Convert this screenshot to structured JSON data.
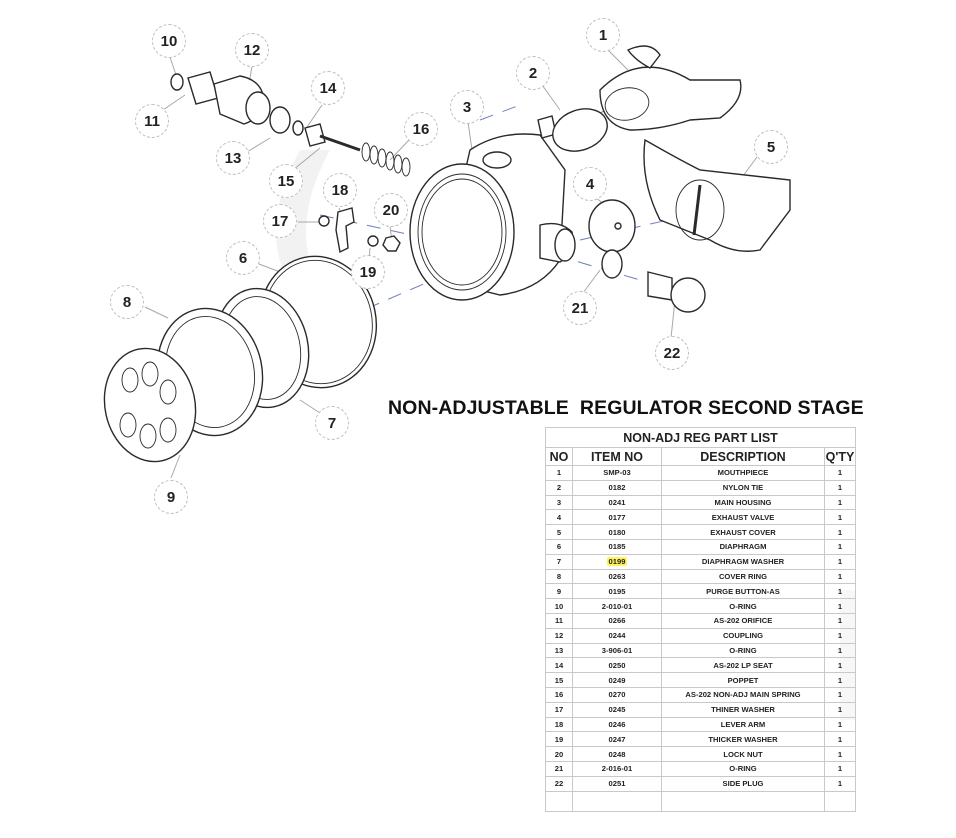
{
  "title": "NON-ADJUSTABLE  REGULATOR SECOND STAGE",
  "parts_list": {
    "caption": "NON-ADJ  REG  PART LIST",
    "columns": [
      "NO",
      "ITEM NO",
      "DESCRIPTION",
      "Q'TY"
    ],
    "highlight_color": "#fff35a",
    "rows": [
      {
        "no": "1",
        "item_no": "SMP-03",
        "description": "MOUTHPIECE",
        "qty": "1"
      },
      {
        "no": "2",
        "item_no": "0182",
        "description": "NYLON TIE",
        "qty": "1"
      },
      {
        "no": "3",
        "item_no": "0241",
        "description": "MAIN HOUSING",
        "qty": "1"
      },
      {
        "no": "4",
        "item_no": "0177",
        "description": "EXHAUST VALVE",
        "qty": "1"
      },
      {
        "no": "5",
        "item_no": "0180",
        "description": "EXHAUST COVER",
        "qty": "1"
      },
      {
        "no": "6",
        "item_no": "0185",
        "description": "DIAPHRAGM",
        "qty": "1"
      },
      {
        "no": "7",
        "item_no": "0199",
        "description": "DIAPHRAGM WASHER",
        "qty": "1",
        "highlighted": true
      },
      {
        "no": "8",
        "item_no": "0263",
        "description": "COVER RING",
        "qty": "1"
      },
      {
        "no": "9",
        "item_no": "0195",
        "description": "PURGE BUTTON-AS",
        "qty": "1"
      },
      {
        "no": "10",
        "item_no": "2-010-01",
        "description": "O-RING",
        "qty": "1"
      },
      {
        "no": "11",
        "item_no": "0266",
        "description": "AS-202 ORIFICE",
        "qty": "1"
      },
      {
        "no": "12",
        "item_no": "0244",
        "description": "COUPLING",
        "qty": "1"
      },
      {
        "no": "13",
        "item_no": "3-906-01",
        "description": "O-RING",
        "qty": "1"
      },
      {
        "no": "14",
        "item_no": "0250",
        "description": "AS-202 LP SEAT",
        "qty": "1"
      },
      {
        "no": "15",
        "item_no": "0249",
        "description": "POPPET",
        "qty": "1"
      },
      {
        "no": "16",
        "item_no": "0270",
        "description": "AS-202 NON-ADJ  MAIN SPRING",
        "qty": "1"
      },
      {
        "no": "17",
        "item_no": "0245",
        "description": "THINER WASHER",
        "qty": "1"
      },
      {
        "no": "18",
        "item_no": "0246",
        "description": "LEVER ARM",
        "qty": "1"
      },
      {
        "no": "19",
        "item_no": "0247",
        "description": "THICKER WASHER",
        "qty": "1"
      },
      {
        "no": "20",
        "item_no": "0248",
        "description": "LOCK NUT",
        "qty": "1"
      },
      {
        "no": "21",
        "item_no": "2-016-01",
        "description": "O-RING",
        "qty": "1"
      },
      {
        "no": "22",
        "item_no": "0251",
        "description": "SIDE PLUG",
        "qty": "1"
      }
    ]
  },
  "callouts": [
    {
      "label": "1",
      "part": "mouthpiece"
    },
    {
      "label": "2",
      "part": "nylon-tie"
    },
    {
      "label": "3",
      "part": "main-housing"
    },
    {
      "label": "4",
      "part": "exhaust-valve"
    },
    {
      "label": "5",
      "part": "exhaust-cover"
    },
    {
      "label": "6",
      "part": "diaphragm"
    },
    {
      "label": "7",
      "part": "diaphragm-washer"
    },
    {
      "label": "8",
      "part": "cover-ring"
    },
    {
      "label": "9",
      "part": "purge-button"
    },
    {
      "label": "10",
      "part": "o-ring"
    },
    {
      "label": "11",
      "part": "orifice"
    },
    {
      "label": "12",
      "part": "coupling"
    },
    {
      "label": "13",
      "part": "o-ring"
    },
    {
      "label": "14",
      "part": "lp-seat"
    },
    {
      "label": "15",
      "part": "poppet"
    },
    {
      "label": "16",
      "part": "main-spring"
    },
    {
      "label": "17",
      "part": "thiner-washer"
    },
    {
      "label": "18",
      "part": "lever-arm"
    },
    {
      "label": "19",
      "part": "thicker-washer"
    },
    {
      "label": "20",
      "part": "lock-nut"
    },
    {
      "label": "21",
      "part": "o-ring"
    },
    {
      "label": "22",
      "part": "side-plug"
    }
  ]
}
